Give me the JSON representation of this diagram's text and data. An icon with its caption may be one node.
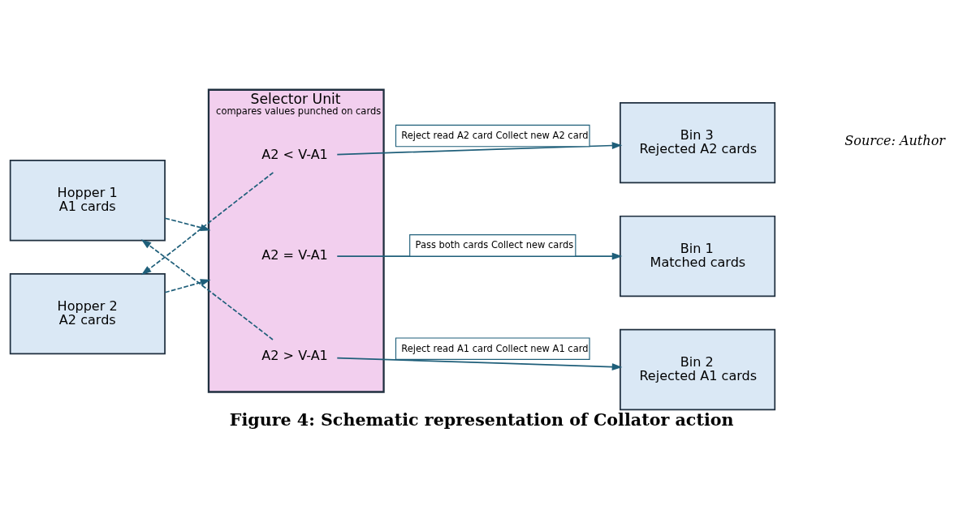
{
  "diagram": {
    "caption": "Figure 4: Schematic representation of Collator action",
    "nodes": [
      {
        "text": [
          "Hopper 1",
          "A1 cards"
        ]
      },
      {
        "text": [
          "Hopper 2",
          "A2 cards"
        ]
      },
      {
        "text": [
          "Selector Unit",
          "compares values punched on cards"
        ]
      },
      {
        "text": [
          "A2 > V-A1"
        ],
        "in": 2
      },
      {
        "text": [
          "A2 = V-A1"
        ],
        "in": 2
      },
      {
        "text": [
          "A2 < V-A1"
        ],
        "in": 2
      },
      {
        "text": [
          "Bin 2",
          "Rejected A1 cards"
        ]
      },
      {
        "text": [
          "Bin 1",
          "Matched cards"
        ]
      },
      {
        "text": [
          "Bin 3",
          "Rejected A2 cards"
        ]
      }
    ],
    "edges": [
      {
        "from": 0,
        "to": 2,
        "arrow": "to",
        "style": "dashed"
      },
      {
        "from": 1,
        "to": 2,
        "arrow": "to",
        "style": "dashed"
      },
      {
        "from": 3,
        "to": 6,
        "arrow": "to",
        "label": "Reject read A1 card Collect new A1 card"
      },
      {
        "from": 4,
        "to": 7,
        "arrow": "to",
        "label": "Pass both cards Collect new cards"
      },
      {
        "from": 5,
        "to": 8,
        "arrow": "to",
        "label": "Reject read A2 card Collect new A2 card"
      },
      {
        "from": 3,
        "to": 0,
        "arrow": "to",
        "style": "dashed"
      },
      {
        "from": 5,
        "to": 1,
        "arrow": "to",
        "style": "dashed"
      }
    ],
    "labels": [
      "Source: Author"
    ]
  }
}
